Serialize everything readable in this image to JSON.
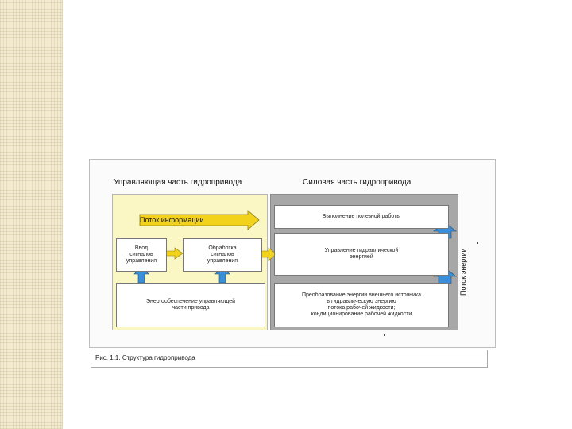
{
  "diagram": {
    "header_left": "Управляющая часть гидропривода",
    "header_right": "Силовая часть гидропривода",
    "info_flow": "Поток информации",
    "signal_input": "Ввод\nсигналов\nуправления",
    "signal_processing": "Обработка\nсигналов\nуправления",
    "energy_supply": "Энергообеспечение управляющей\nчасти привода",
    "useful_work": "Выполнение полезной работы",
    "hydraulic_control": "Управление гидравлической\nэнергией",
    "energy_conversion": "Преобразование энергии внешнего источника\nв гидравлическую энергию\nпотока рабочей жидкости;\nкондиционирование рабочей жидкости",
    "energy_flow": "Поток энергии",
    "caption": "Рис. 1.1. Структура гидропривода"
  },
  "colors": {
    "control_panel": "#fbf7c4",
    "power_panel": "#a7a7a7",
    "info_arrow": "#f2d21a",
    "energy_arrow": "#3a8fd8"
  }
}
